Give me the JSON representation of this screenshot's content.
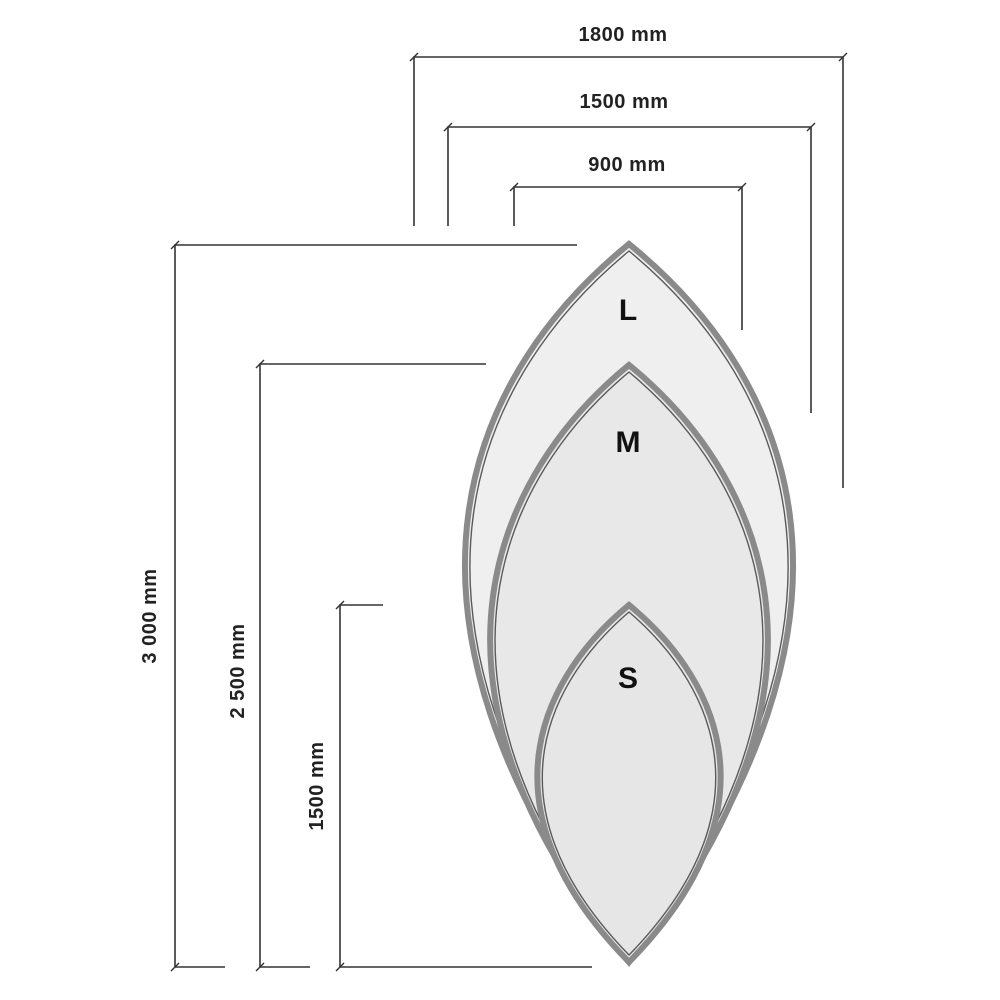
{
  "sizes": [
    {
      "label": "L",
      "width": "1800 mm",
      "height": "3 000 mm",
      "fill": "#efefef"
    },
    {
      "label": "M",
      "width": "1500 mm",
      "height": "2 500 mm",
      "fill": "#e8e8e8"
    },
    {
      "label": "S",
      "width": "900 mm",
      "height": "1500 mm",
      "fill": "#e6e6e6"
    }
  ],
  "colors": {
    "outline": "#8a8a8a",
    "dimension_line": "#333333"
  }
}
